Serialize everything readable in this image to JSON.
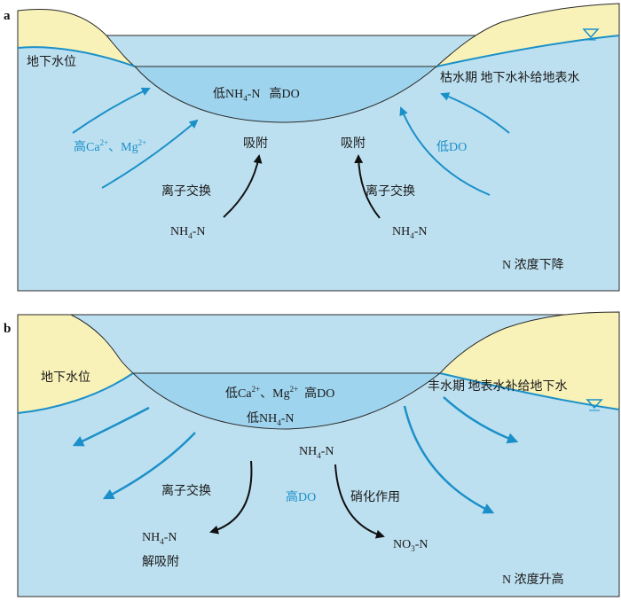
{
  "colors": {
    "groundwater": "#bde0f0",
    "lake": "#9fd4ee",
    "soil": "#f8f2b8",
    "outline": "#2a2a2a",
    "water_line": "#1b90c8",
    "blue_text": "#1a8fc9",
    "arrow_black": "#111111"
  },
  "panel_a": {
    "label": "a",
    "water_table": "地下水位",
    "season": "枯水期 地下水补给地表水",
    "lake_low": "低NH",
    "lake_low_sub": "4",
    "lake_low_tail": "-N",
    "lake_high": "高DO",
    "ions_pre1": "高Ca",
    "ions_sup1": "2+",
    "ions_mid": "、Mg",
    "ions_sup2": "2+",
    "low_do": "低DO",
    "adsorb_left": "吸附",
    "adsorb_right": "吸附",
    "exchange_left": "离子交换",
    "exchange_right": "离子交换",
    "nh4_left_a": "NH",
    "nh4_left_sub": "4",
    "nh4_left_b": "-N",
    "nh4_right_a": "NH",
    "nh4_right_sub": "4",
    "nh4_right_b": "-N",
    "n_trend": "N 浓度下降",
    "water_table_icon": "water-table-triangle-icon"
  },
  "panel_b": {
    "label": "b",
    "water_table": "地下水位",
    "season": "丰水期 地表水补给地下水",
    "lake_line1_pre": "低Ca",
    "lake_line1_sup1": "2+",
    "lake_line1_mid": "、Mg",
    "lake_line1_sup2": "2+",
    "lake_line1_tail": "  高DO",
    "lake_line2_a": "低NH",
    "lake_line2_sub": "4",
    "lake_line2_b": "-N",
    "nh4_mid_a": "NH",
    "nh4_mid_sub": "4",
    "nh4_mid_b": "-N",
    "exchange": "离子交换",
    "high_do": "高DO",
    "nitrification": "硝化作用",
    "nh4_left_a": "NH",
    "nh4_left_sub": "4",
    "nh4_left_b": "-N",
    "desorb": "解吸附",
    "no3_a": "NO",
    "no3_sub": "3",
    "no3_b": "-N",
    "n_trend": "N 浓度升高",
    "water_table_icon": "water-table-triangle-icon"
  }
}
